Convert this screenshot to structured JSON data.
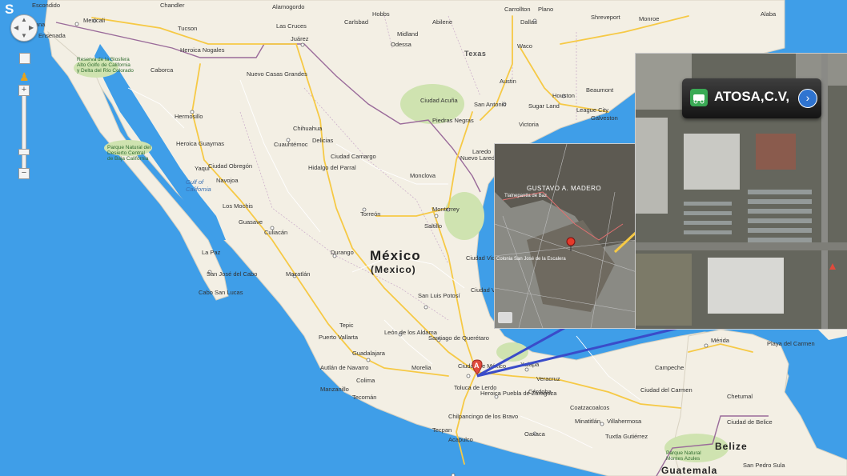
{
  "map": {
    "country_name": "México",
    "country_name_alt": "(Mexico)",
    "us_state_texas": "Texas",
    "country_belize": "Belize",
    "country_guatemala": "Guatemala",
    "corner_label": "S",
    "marker_letter": "A",
    "water_labels": {
      "gulf_california": "Gulf of\nCalifornia"
    },
    "park_labels": {
      "bufeira": "Reserva de la Biosfera\nAlto Golfo de California\ny Delta del Río Colorado",
      "desierto": "Parque Natural del\nDesierto Central\nde Baja California",
      "montes_azules": "Parque Natural\nMontes Azules"
    },
    "cities": [
      "Escondido",
      "Tijuana",
      "Mexicali",
      "Ensenada",
      "Chandler",
      "Tucson",
      "Alamogordo",
      "Las Cruces",
      "Carlsbad",
      "Hobbs",
      "Midland",
      "Odessa",
      "Juárez",
      "Heroica Nogales",
      "Caborca",
      "Nuevo Casas Grandes",
      "Carrollton",
      "Plano",
      "Dallas",
      "Abilene",
      "Waco",
      "Shreveport",
      "Monroe",
      "Alaba",
      "Hermosillo",
      "Heroica Guaymas",
      "Chihuahua",
      "Cuauhtémoc",
      "Delicias",
      "Ciudad Obregón",
      "Yaqui",
      "Navojoa",
      "Hidalgo del Parral",
      "Ciudad Camargo",
      "Austin",
      "San Antonio",
      "Houston",
      "Beaumont",
      "Sugar Land",
      "League City",
      "Galveston",
      "Ciudad Acuña",
      "Piedras Negras",
      "Victoria",
      "Nuevo Laredo",
      "Laredo",
      "Los Mochis",
      "Guasave",
      "Culiacán",
      "Mazatlán",
      "Durango",
      "Torreón",
      "Monclova",
      "Monterrey",
      "Saltillo",
      "Ciudad Victoria",
      "La Paz",
      "San José del Cabo",
      "Cabo San Lucas",
      "Tepic",
      "Puerto Vallarta",
      "León de los Aldama",
      "Guadalajara",
      "Autlán de Navarro",
      "Colima",
      "Manzanillo",
      "Tecomán",
      "San Luis Potosí",
      "Santiago de Querétaro",
      "Ciudad Valles",
      "Morelia",
      "Toluca de Lerdo",
      "Ciudad de México",
      "Xalapa",
      "Veracruz",
      "Heroica Puebla de Zaragoza",
      "Córdoba",
      "Chilpancingo de los Bravo",
      "Tecpan",
      "Acapulco",
      "Oaxaca",
      "Coatzacoalcos",
      "Minatitlán",
      "Villahermosa",
      "Tuxtla Gutiérrez",
      "Mérida",
      "Campeche",
      "Ciudad del Carmen",
      "Chetumal",
      "Ciudad de Belice",
      "San Pedro Sula",
      "Playa del Carmen"
    ]
  },
  "controls": {
    "pan_label": "pan control",
    "zoom_in": "+",
    "zoom_out": "−"
  },
  "inset_aerial": {
    "label": "GUSTAVO A. MADERO",
    "sub_labels": [
      "Tlalnepantla de Baz",
      "Colonia San José de la Escalera"
    ]
  },
  "inset_satellite": {
    "tooltip_title": "ATOSA,C.V,",
    "tooltip_arrow": "›"
  },
  "colors": {
    "ocean": "#3f9ee8",
    "land": "#f3efe4",
    "green": "#cfe3b0",
    "road_major": "#f6c945",
    "road_minor": "#ffffff",
    "border": "#9a6b9a",
    "callout_line": "#3a4cc9",
    "marker": "#e04a3c"
  }
}
